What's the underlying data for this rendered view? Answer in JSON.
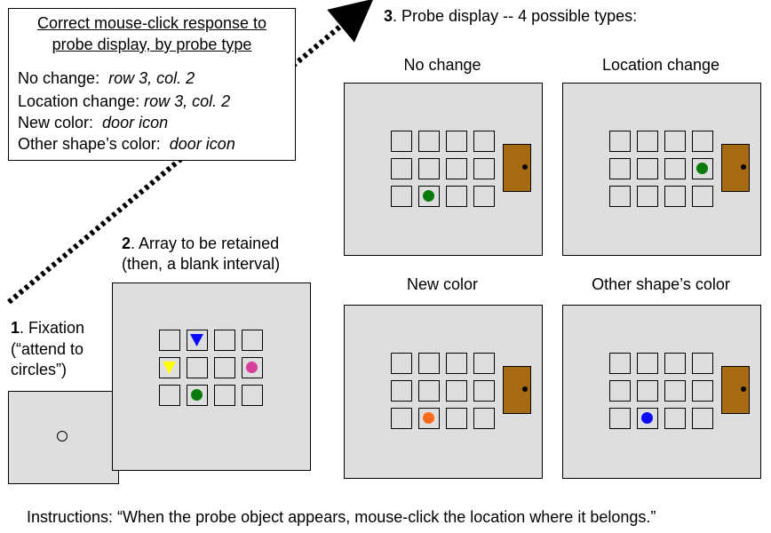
{
  "legend": {
    "title_line1": "Correct mouse-click response to",
    "title_line2": "probe display, by probe type",
    "rows": [
      {
        "label": "No change:",
        "response": "row 3, col. 2"
      },
      {
        "label": "Location change:",
        "response": "row 3, col. 2"
      },
      {
        "label": "New color:",
        "response": "door icon"
      },
      {
        "label": "Other shape’s color:",
        "response": "door icon"
      }
    ]
  },
  "steps": {
    "step1_num": "1",
    "step1_line1": ". Fixation",
    "step1_line2": "(“attend to",
    "step1_line3": "circles”)",
    "step2_num": "2",
    "step2_line1": ". Array to be retained",
    "step2_line2": "(then, a blank interval)",
    "step3_num": "3",
    "step3_line1": ". Probe display -- 4 possible types:"
  },
  "probes": {
    "no_change": "No change",
    "location_change": "Location change",
    "new_color": "New color",
    "other_shape_color": "Other shape’s color"
  },
  "colors": {
    "screen": "#dedede",
    "door": "#a66a12",
    "green": "#0a7a0a",
    "blue": "#0a0aff",
    "yellow": "#ffff00",
    "magenta": "#d63f9a",
    "orange": "#ff6a1a"
  },
  "instructions": "Instructions:  “When the probe object appears, mouse-click the location where it belongs.”"
}
